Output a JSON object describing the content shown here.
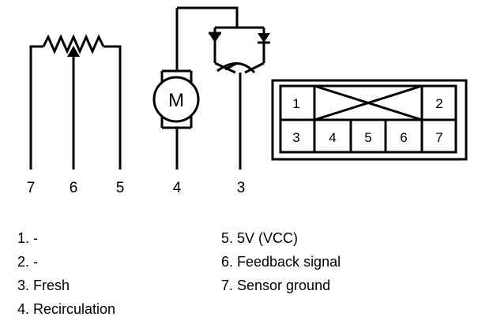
{
  "pins": {
    "p7": "7",
    "p6": "6",
    "p5": "5",
    "p4": "4",
    "p3": "3"
  },
  "motor": {
    "label": "M"
  },
  "connector": {
    "cells": {
      "c1": "1",
      "c2": "2",
      "c3": "3",
      "c4": "4",
      "c5": "5",
      "c6": "6",
      "c7": "7"
    }
  },
  "legend": {
    "left": [
      "1. -",
      "2. -",
      "3. Fresh",
      "4. Recirculation"
    ],
    "right": [
      "5. 5V (VCC)",
      "6. Feedback signal",
      "7. Sensor ground"
    ]
  }
}
